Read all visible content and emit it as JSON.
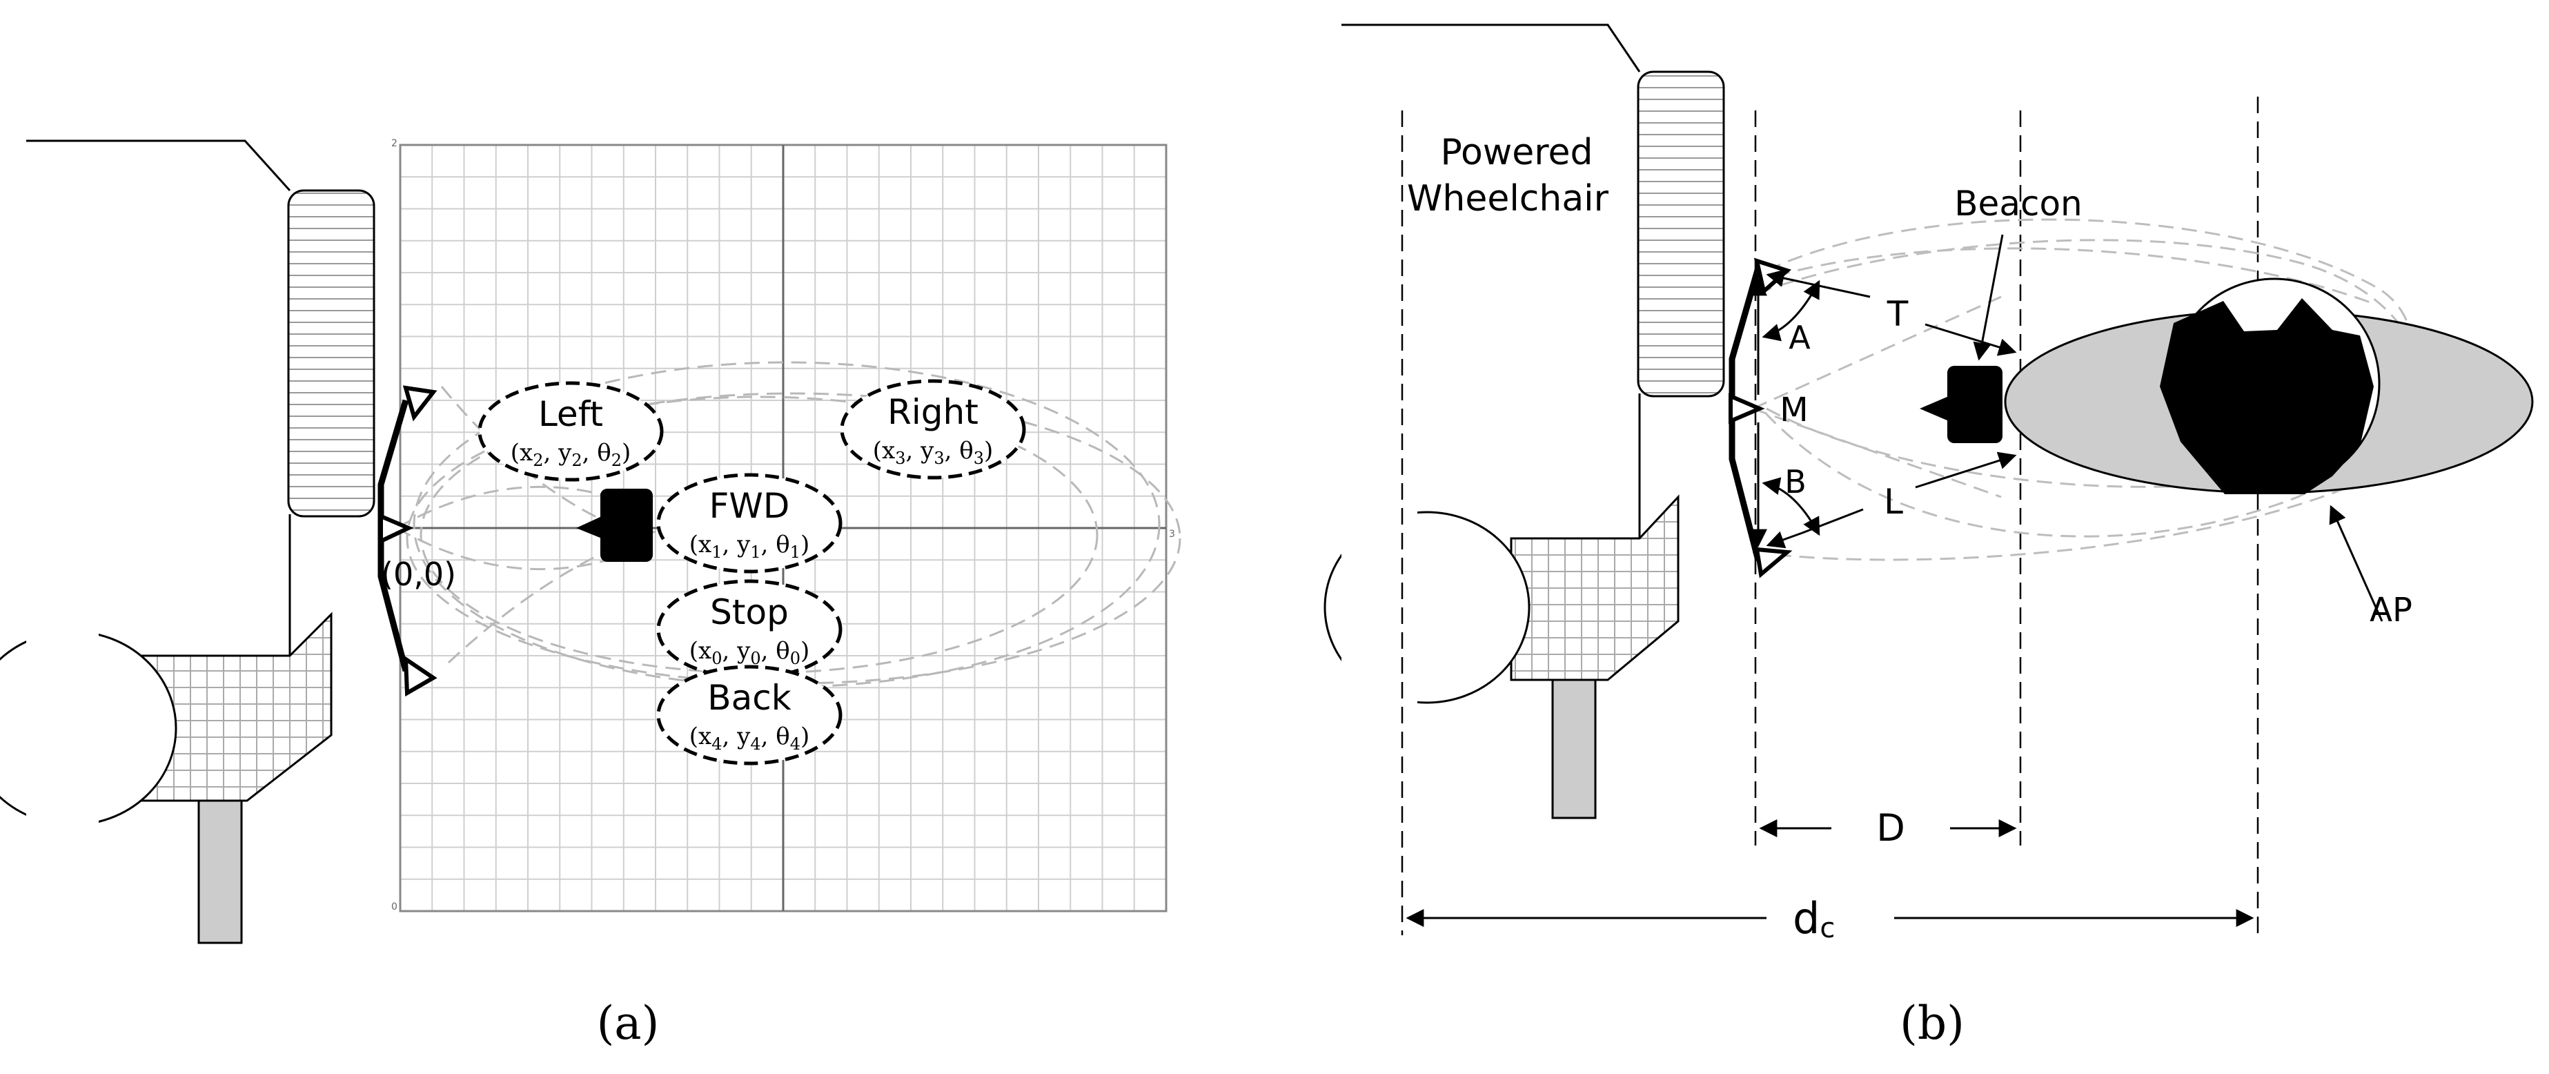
{
  "panel_a": {
    "caption": "(a)",
    "origin_label": "(0,0)",
    "axis_ticks": {
      "top": "2",
      "bottom": "0",
      "right": "3"
    },
    "zones": [
      {
        "id": "left",
        "name": "Left",
        "coord_main": "(x",
        "s1": "2",
        "m1": ", y",
        "s2": "2",
        "m2": ", θ",
        "s3": "2",
        "end": ")"
      },
      {
        "id": "right",
        "name": "Right",
        "coord_main": "(x",
        "s1": "3",
        "m1": ", y",
        "s2": "3",
        "m2": ", θ",
        "s3": "3",
        "end": ")"
      },
      {
        "id": "fwd",
        "name": "FWD",
        "coord_main": "(x",
        "s1": "1",
        "m1": ", y",
        "s2": "1",
        "m2": ", θ",
        "s3": "1",
        "end": ")"
      },
      {
        "id": "stop",
        "name": "Stop",
        "coord_main": "(x",
        "s1": "0",
        "m1": ", y",
        "s2": "0",
        "m2": ", θ",
        "s3": "0",
        "end": ")"
      },
      {
        "id": "back",
        "name": "Back",
        "coord_main": "(x",
        "s1": "4",
        "m1": ", y",
        "s2": "4",
        "m2": ", θ",
        "s3": "4",
        "end": ")"
      }
    ]
  },
  "panel_b": {
    "caption": "(b)",
    "wheelchair_line1": "Powered",
    "wheelchair_line2": "Wheelchair",
    "beacon_label": "Beacon",
    "label_T": "T",
    "label_A": "A",
    "label_M": "M",
    "label_B": "B",
    "label_L": "L",
    "label_AP": "AP",
    "label_D": "D",
    "label_dc_main": "d",
    "label_dc_sub": "c"
  }
}
